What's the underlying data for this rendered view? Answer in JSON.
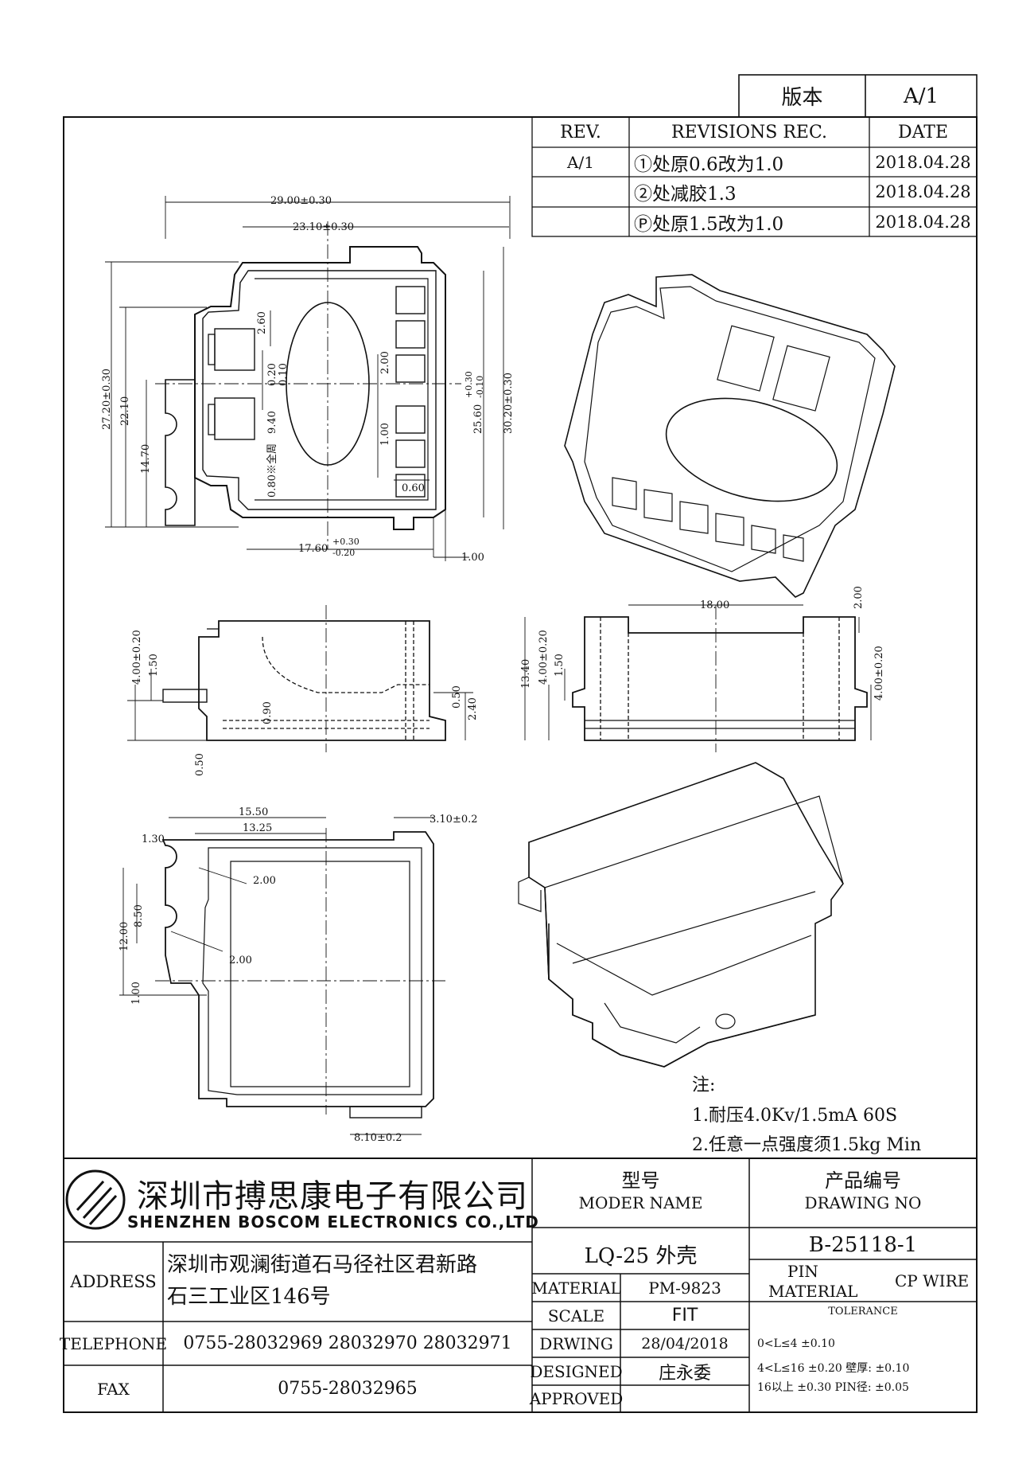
{
  "version_box": {
    "label": "版本",
    "value": "A/1"
  },
  "revisions": {
    "headers": [
      "REV.",
      "REVISIONS REC.",
      "DATE"
    ],
    "rows": [
      {
        "rev": "A/1",
        "desc": "①处原0.6改为1.0",
        "date": "2018.04.28"
      },
      {
        "rev": "",
        "desc": "②处减胶1.3",
        "date": "2018.04.28"
      },
      {
        "rev": "",
        "desc": "Ⓟ处原1.5改为1.0",
        "date": "2018.04.28"
      }
    ]
  },
  "dimensions": {
    "top_view": {
      "w_outer": "29.00±0.30",
      "w_inner": "23.10±0.30",
      "h_outer": "27.20±0.30",
      "h_22": "22.10",
      "h_14": "14.70",
      "d_260": "2.60",
      "d_020": "0.20",
      "d_010": "0.10",
      "d_940": "9.40",
      "d_080": "0.80※全周",
      "d_200": "2.00",
      "d_100": "1.00",
      "d_060": "0.60",
      "d_2560": "25.60",
      "d_2560_tol_up": "+0.30",
      "d_2560_tol_dn": "-0.10",
      "d_3020": "30.20±0.30",
      "d_1760": "17.60",
      "d_1760_tol_up": "+0.30",
      "d_1760_tol_dn": "-0.20",
      "d_1_00b": "1.00"
    },
    "side_view_left": {
      "h_400": "4.00±0.20",
      "d_150": "1.50",
      "d_090": "0.90",
      "d_050a": "0.50",
      "d_240": "2.40",
      "d_050b": "0.50"
    },
    "side_view_right": {
      "w_1800": "18.00",
      "d_200": "2.00",
      "h_1340": "13.40",
      "h_400a": "4.00±0.20",
      "d_150": "1.50",
      "h_400b": "4.00±0.20"
    },
    "bottom_view": {
      "w_1550": "15.50",
      "w_1325": "13.25",
      "d_130": "1.30",
      "d_310": "3.10±0.2",
      "h_1200": "12.00",
      "h_850": "8.50",
      "d_200a": "2.00",
      "d_200b": "2.00",
      "d_100": "1.00",
      "w_810": "8.10±0.2"
    }
  },
  "notes": {
    "title": "注:",
    "lines": [
      "1.耐压4.0Kv/1.5mA 60S",
      "2.任意一点强度须1.5kg Min"
    ]
  },
  "title_block": {
    "company_cn": "深圳市搏思康电子有限公司",
    "company_en": "SHENZHEN BOSCOM ELECTRONICS CO.,LTD",
    "model_label_cn": "型号",
    "model_label_en": "MODER NAME",
    "drawing_label_cn": "产品编号",
    "drawing_label_en": "DRAWING NO",
    "model_value": "LQ-25 外壳",
    "drawing_value": "B-25118-1",
    "address_label": "ADDRESS",
    "address_line1": "深圳市观澜街道石马径社区君新路",
    "address_line2": "石三工业区146号",
    "telephone_label": "TELEPHONE",
    "telephone_value": "0755-28032969 28032970 28032971",
    "fax_label": "FAX",
    "fax_value": "0755-28032965",
    "material_label": "MATERIAL",
    "material_value": "PM-9823",
    "scale_label": "SCALE",
    "scale_value": "FIT",
    "drwing_label": "DRWING",
    "drwing_value": "28/04/2018",
    "designed_label": "DESIGNED",
    "designed_value": "庄永委",
    "approved_label": "APPROVED",
    "approved_value": "",
    "pin_material_label_1": "PIN",
    "pin_material_label_2": "MATERIAL",
    "pin_material_value": "CP WIRE",
    "tolerance_label": "TOLERANCE",
    "tol_1": "0<L≤4  ±0.10",
    "tol_2": "4<L≤16  ±0.20  壁厚:  ±0.10",
    "tol_3": "16以上     ±0.30  PIN径: ±0.05"
  }
}
